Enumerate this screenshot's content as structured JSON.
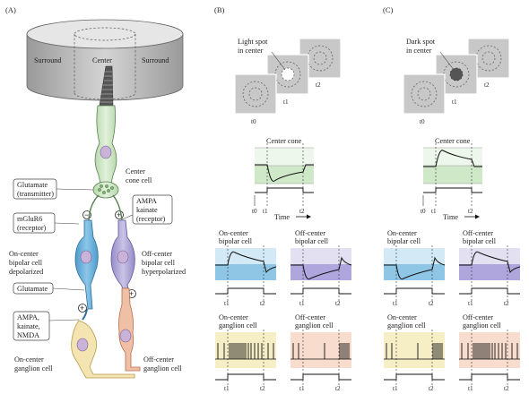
{
  "panels": {
    "a": "(A)",
    "b": "(B)",
    "c": "(C)"
  },
  "panel_a": {
    "cylinder": {
      "surround_left": "Surround",
      "center": "Center",
      "surround_right": "Surround"
    },
    "labels": {
      "center_cone_cell": [
        "Center",
        "cone cell"
      ],
      "glutamate_transmitter": [
        "Glutamate",
        "(transmitter)"
      ],
      "ampa_kainate_receptor": [
        "AMPA",
        "kainate",
        "(receptor)"
      ],
      "mglur6_receptor": [
        "mGluR6",
        "(receptor)"
      ],
      "on_center_bipolar": [
        "On-center",
        "bipolar cell",
        "depolarized"
      ],
      "off_center_bipolar": [
        "Off-center",
        "bipolar cell",
        "hyperpolarized"
      ],
      "glutamate": "Glutamate",
      "ampa_kainate_nmda": [
        "AMPA,",
        "kainate,",
        "NMDA"
      ],
      "on_center_ganglion": [
        "On-center",
        "ganglion cell"
      ],
      "off_center_ganglion": [
        "Off-center",
        "ganglion cell"
      ]
    },
    "signs": {
      "minus": "−",
      "plus_bipolar": "+",
      "plus_off_ganglion": "+",
      "plus_on_ganglion": "+"
    }
  },
  "panel_b": {
    "spot_label": [
      "Light spot",
      "in center"
    ],
    "frames": {
      "t0": "t0",
      "t1": "t1",
      "t2": "t2"
    },
    "center_cone": {
      "title": "Center cone",
      "ticks": [
        "t0",
        "t1",
        "t2"
      ],
      "time_label": "Time"
    },
    "on_bipolar": {
      "title": [
        "On-center",
        "bipolar cell"
      ],
      "ticks": [
        "t1",
        "t2"
      ]
    },
    "off_bipolar": {
      "title": [
        "Off-center",
        "bipolar cell"
      ],
      "ticks": [
        "t1",
        "t2"
      ]
    },
    "on_ganglion": {
      "title": [
        "On-center",
        "ganglion cell"
      ],
      "ticks": [
        "t1",
        "t2"
      ]
    },
    "off_ganglion": {
      "title": [
        "Off-center",
        "ganglion cell"
      ],
      "ticks": [
        "t1",
        "t2"
      ]
    }
  },
  "panel_c": {
    "spot_label": [
      "Dark spot",
      "in center"
    ],
    "frames": {
      "t0": "t0",
      "t1": "t1",
      "t2": "t2"
    },
    "center_cone": {
      "title": "Center cone",
      "ticks": [
        "t0",
        "t1",
        "t2"
      ],
      "time_label": "Time"
    },
    "on_bipolar": {
      "title": [
        "On-center",
        "bipolar cell"
      ],
      "ticks": [
        "t1",
        "t2"
      ]
    },
    "off_bipolar": {
      "title": [
        "Off-center",
        "bipolar cell"
      ],
      "ticks": [
        "t1",
        "t2"
      ]
    },
    "on_ganglion": {
      "title": [
        "On-center",
        "ganglion cell"
      ],
      "ticks": [
        "t1",
        "t2"
      ]
    },
    "off_ganglion": {
      "title": [
        "Off-center",
        "ganglion cell"
      ],
      "ticks": [
        "t1",
        "t2"
      ]
    }
  },
  "colors": {
    "cone": "#cfe6c8",
    "on_cell": "#6fb2dc",
    "off_cell": "#b0a9d8",
    "ganglion_on": "#f3e4b2",
    "ganglion_off": "#f0c0a6",
    "trace_green": "#dcefd6",
    "trace_blue": "#c7e3f3",
    "trace_purple": "#d8d4ec",
    "trace_yellow": "#f6eec4",
    "trace_pink": "#f8dccd"
  }
}
